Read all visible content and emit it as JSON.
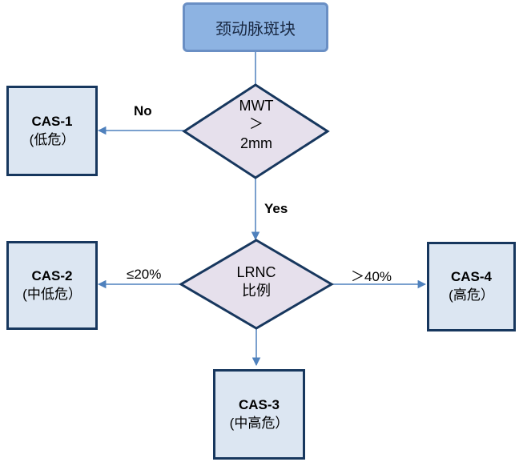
{
  "start": {
    "label": "颈动脉斑块"
  },
  "decision_mwt": {
    "line1": "MWT",
    "line2": "＞",
    "line3": "2mm"
  },
  "decision_lrnc": {
    "line1": "LRNC",
    "line2": "比例"
  },
  "edges": {
    "no": "No",
    "yes": "Yes",
    "le20": "≤20%",
    "gt40": "＞40%"
  },
  "outcomes": {
    "cas1": {
      "code": "CAS-1",
      "risk": "(低危）"
    },
    "cas2": {
      "code": "CAS-2",
      "risk": "(中低危）"
    },
    "cas3": {
      "code": "CAS-3",
      "risk": "(中高危）"
    },
    "cas4": {
      "code": "CAS-4",
      "risk": "(高危）"
    }
  },
  "colors": {
    "start_fill": "#8db3e2",
    "box_fill": "#dce6f2",
    "box_border": "#17375e",
    "diamond_fill": "#e6e0ec",
    "connector": "#4f81bd"
  }
}
